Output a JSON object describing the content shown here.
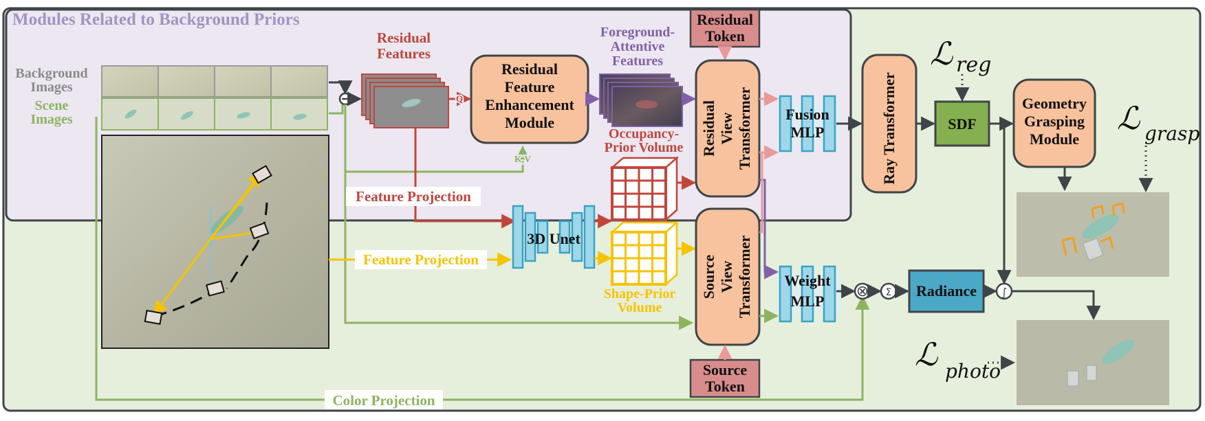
{
  "colors": {
    "outer_bg": "#e6efdc",
    "bg_module_fill": "#ece7f1",
    "frame": "#3f4448",
    "orange_fill": "#f7c29d",
    "red": "#c0463c",
    "green": "#8db360",
    "green_fill": "#84b04f",
    "yellow": "#f6c300",
    "purple": "#8060a8",
    "pink": "#e89a9a",
    "blue": "#39a2c3",
    "blue_fill": "#4ba8c6",
    "light_blue": "#7cc5df",
    "token_fill": "#d98c8c"
  },
  "region": {
    "title": "Modules Related to Background Priors"
  },
  "labels": {
    "background_images": [
      "Background",
      "Images"
    ],
    "scene_images": [
      "Scene",
      "Images"
    ],
    "residual_features": [
      "Residual",
      "Features"
    ],
    "foreground_features": [
      "Foreground-",
      "Attentive",
      "Features"
    ],
    "occupancy_volume": [
      "Occupancy-",
      "Prior Volume"
    ],
    "shape_volume": [
      "Shape-Prior",
      "Volume"
    ],
    "feature_projection_top": "Feature Projection",
    "feature_projection_mid": "Feature Projection",
    "color_projection": "Color Projection",
    "q": "Q",
    "kv": "K,V",
    "minus": "⊖",
    "times": "⊗",
    "sigma": "Σ",
    "integral": "∫"
  },
  "modules": {
    "rfem": [
      "Residual",
      "Feature",
      "Enhancement",
      "Module"
    ],
    "residual_token": [
      "Residual",
      "Token"
    ],
    "source_token": [
      "Source",
      "Token"
    ],
    "residual_view_transformer": [
      "Residual",
      "View",
      "Transformer"
    ],
    "source_view_transformer": [
      "Source",
      "View",
      "Transformer"
    ],
    "fusion_mlp": [
      "Fusion",
      "MLP"
    ],
    "weight_mlp": [
      "Weight",
      "MLP"
    ],
    "ray_transformer": "Ray Transformer",
    "sdf": "SDF",
    "geometry_grasping": [
      "Geometry",
      "Grasping",
      "Module"
    ],
    "radiance": "Radiance",
    "unet": "3D Unet"
  },
  "losses": {
    "reg": {
      "symbol": "ℒ",
      "sub": "reg"
    },
    "grasp": {
      "symbol": "ℒ",
      "sub": "grasp"
    },
    "photo": {
      "symbol": "ℒ",
      "sub": "photo"
    }
  }
}
